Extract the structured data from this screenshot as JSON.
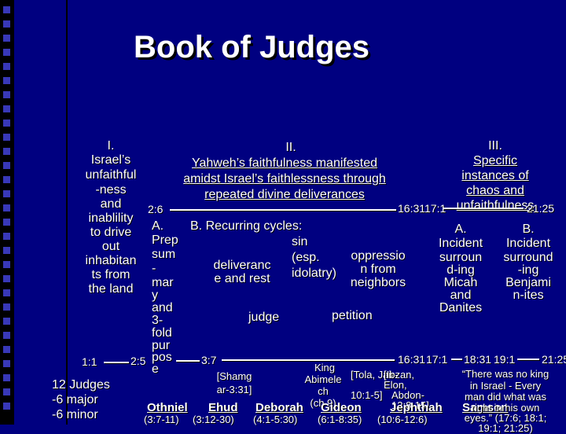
{
  "title": "Book of Judges",
  "col1": {
    "roman": "I.",
    "lines": [
      "Israel’s",
      "unfaithful",
      "-ness",
      "and",
      "inablility",
      "to drive",
      "out",
      "inhabitan",
      "ts from",
      "the land"
    ]
  },
  "col2": {
    "roman": "II.",
    "heading": [
      "Yahweh’s faithfulness manifested",
      "amidst Israel’s faithlessness through",
      "repeated divine deliverances"
    ]
  },
  "col3": {
    "roman": "III.",
    "heading": [
      "Specific",
      "instances of",
      "chaos and",
      "unfaithfulness"
    ]
  },
  "refs": {
    "r_2_6": "2:6",
    "r_16_31": "16:31",
    "r_17_1": "17:1",
    "r_21_25": "21:25",
    "r_1_1": "1:1",
    "r_2_5": "2:5",
    "r_3_7": "3:7",
    "r2_16_31": "16:31",
    "r2_17_1": "17:1",
    "r2_18_31": "18:31",
    "r2_19_1": "19:1",
    "r2_21_25": "21:25"
  },
  "sectionA": {
    "label": "A.",
    "lines": [
      "Prep",
      "sum",
      "-",
      "mar",
      "y",
      "and",
      "3-",
      "fold",
      "pur",
      "pos",
      "e"
    ]
  },
  "sectionB": {
    "label": "B.  Recurring cycles:",
    "sin": "sin",
    "esp": "(esp.",
    "idolatry": "idolatry)",
    "oppression": [
      "oppressio",
      "n from",
      "neighbors"
    ],
    "deliverance": [
      "deliveranc",
      "e and rest"
    ],
    "judge": "judge",
    "petition": "petition"
  },
  "col3A": {
    "label": "A.",
    "lines": [
      "Incident",
      "surroun",
      "d-ing",
      "Micah",
      "and",
      "Danites"
    ]
  },
  "col3B": {
    "label": "B.",
    "lines": [
      "Incident",
      "surround",
      "-ing",
      "Benjami",
      "n-ites"
    ]
  },
  "bottom_left": [
    "12 Judges",
    "-6 major",
    "-6 minor"
  ],
  "judges": {
    "othniel": "Othniel",
    "othniel_ref": "(3:7-11)",
    "ehud": "Ehud",
    "ehud_ref": "(3:12-30)",
    "deborah": "Deborah",
    "deborah_ref": "(4:1-5:30)",
    "gideon": "Gideon",
    "gideon_ref": "(6:1-8:35)",
    "jephthah": "Jephthah",
    "jephthah_ref": "(10:6-12:6)",
    "samson": "Samson",
    "shamgar": [
      "[Shamg",
      "ar-3:31]"
    ],
    "king": "King",
    "abimelech": [
      "Abimele",
      "ch",
      "(ch 9)"
    ],
    "minor": [
      "[Tola, Jair-",
      "10:1-5]"
    ],
    "minor2": [
      "[Ibzan,",
      "Elon,",
      "Abdon-",
      "12:8-15]"
    ]
  },
  "quote": [
    "“There was no king",
    "in Israel - Every",
    "man did what was",
    "right in his own",
    "eyes.” (17:6; 18:1;",
    "19:1; 21:25)"
  ]
}
